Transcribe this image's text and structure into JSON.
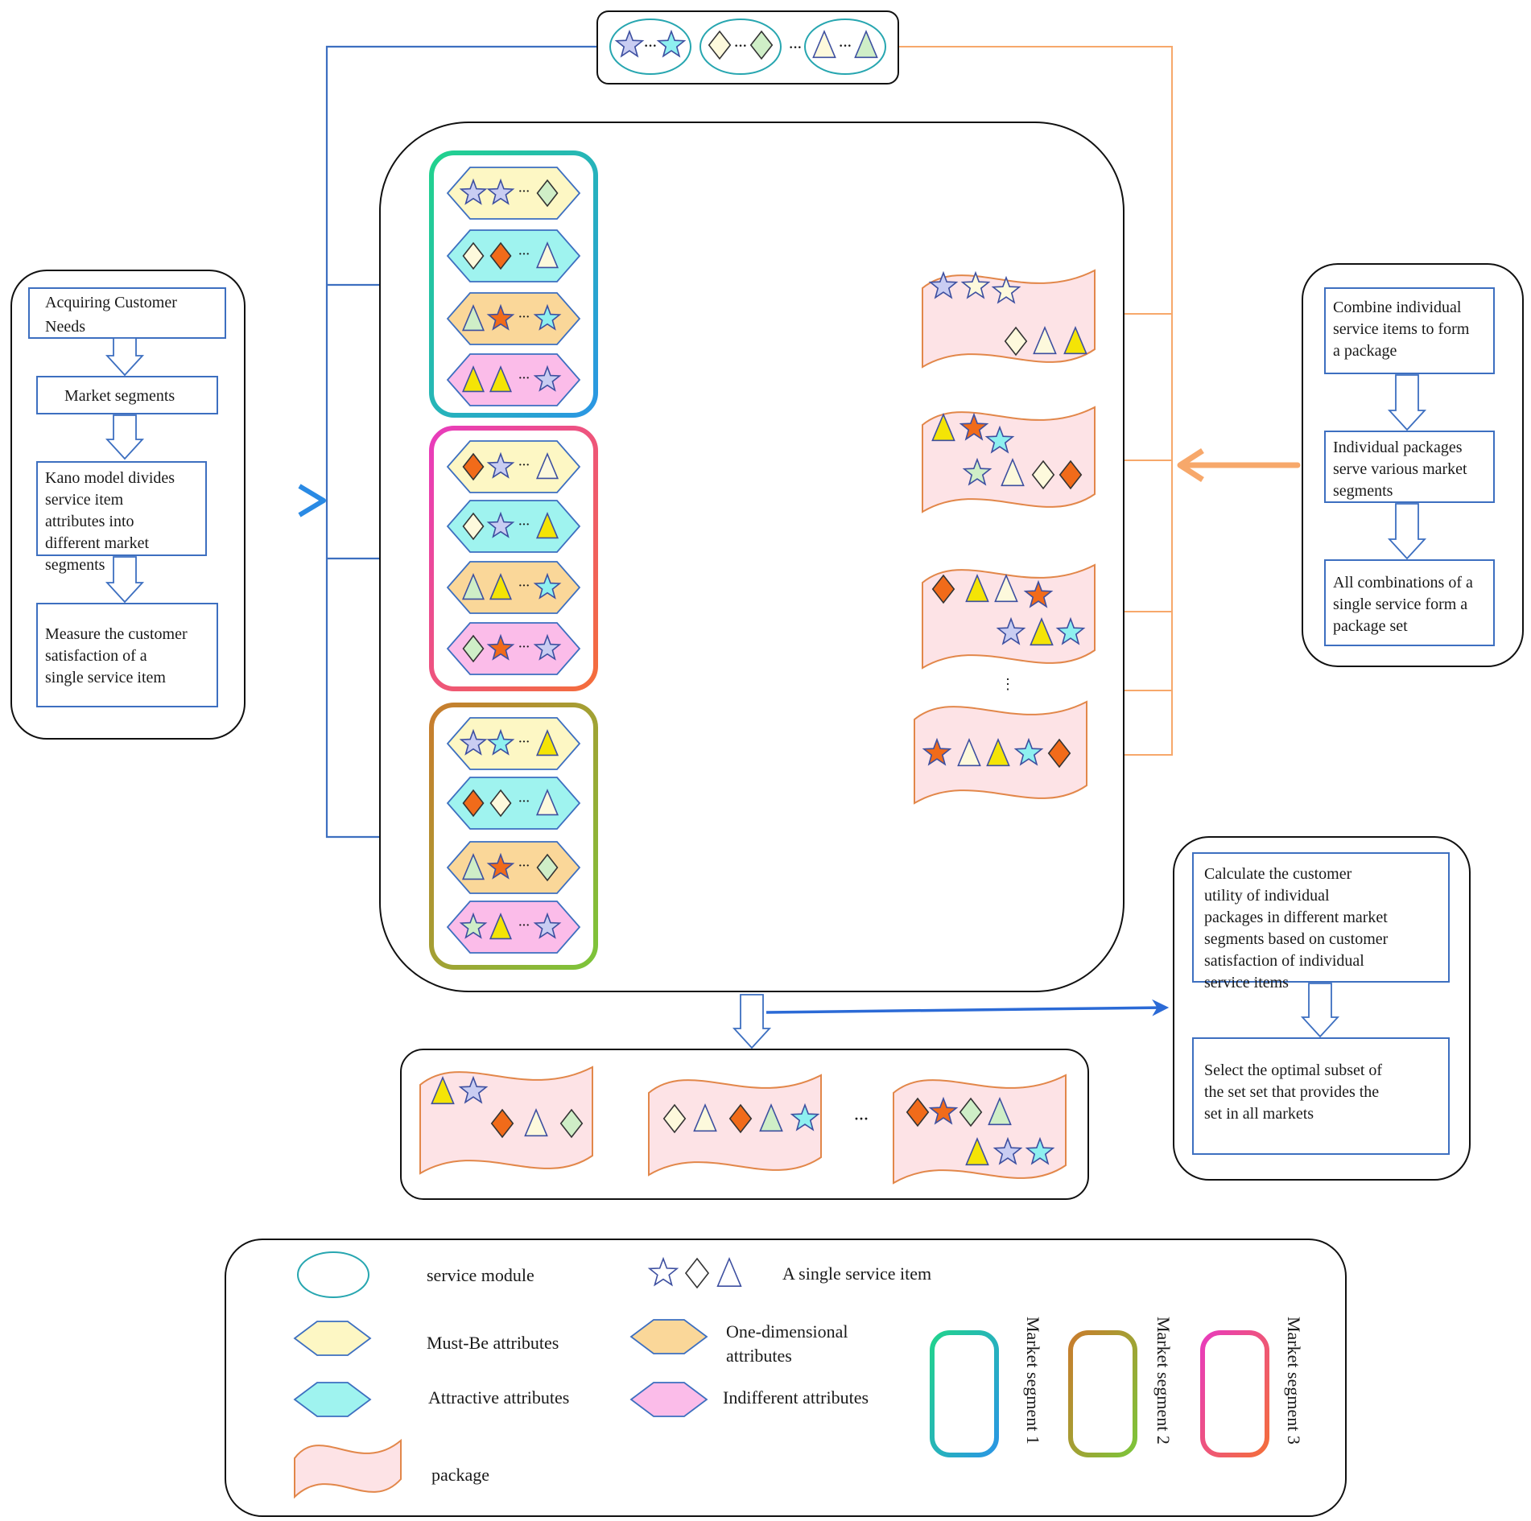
{
  "colors": {
    "box_border": "#3d6fc0",
    "flow_arrow_blue": "#2b6ad6",
    "feed_arrow_orange": "#f7a86b",
    "must_be_fill": "#fdf7c4",
    "attractive_fill": "#9ff3ef",
    "one_dimensional_fill": "#fad799",
    "indifferent_fill": "#fbbce9",
    "package_fill": "#fde3e6",
    "package_stroke": "#e2874a",
    "item_yellow": "#f4e406",
    "item_orange": "#f16b1a",
    "item_cyan": "#8ef0f0",
    "item_green": "#cfeec7",
    "item_lavender": "#c9cdf2",
    "item_cream": "#fdf9dc",
    "segment1_gradient": [
      "#22d38d",
      "#2a96e4"
    ],
    "segment2_gradient": [
      "#c97c2d",
      "#7cc53a"
    ],
    "segment3_gradient": [
      "#e83bbd",
      "#f46e3a"
    ]
  },
  "left_flow": {
    "steps": [
      "Acquiring Customer Needs",
      "Market segments",
      "Kano model divides service item attributes into different market segments",
      "Measure the customer satisfaction of a single service item"
    ]
  },
  "right_flow": {
    "steps": [
      "Combine individual service items to form a package",
      "Individual packages serve various market segments",
      "All combinations of a single service form a package set"
    ]
  },
  "bottom_right_flow": {
    "steps": [
      "Calculate the customer utility of individual packages in different market segments based on customer satisfaction of individual service items",
      "Select the optimal subset of the set set that provides the set in all markets"
    ]
  },
  "ellipsis": "···",
  "vertical_ellipsis": "⋮",
  "legend": {
    "service_module": "service module",
    "single_service_item": "A single service item",
    "must_be": "Must-Be attributes",
    "one_dimensional": "One-dimensional attributes",
    "attractive": "Attractive attributes",
    "indifferent": "Indifferent attributes",
    "package": "package",
    "segment1": "Market segment 1",
    "segment2": "Market segment 2",
    "segment3": "Market segment 3"
  },
  "icons": [
    "star-icon",
    "diamond-icon",
    "triangle-icon"
  ]
}
